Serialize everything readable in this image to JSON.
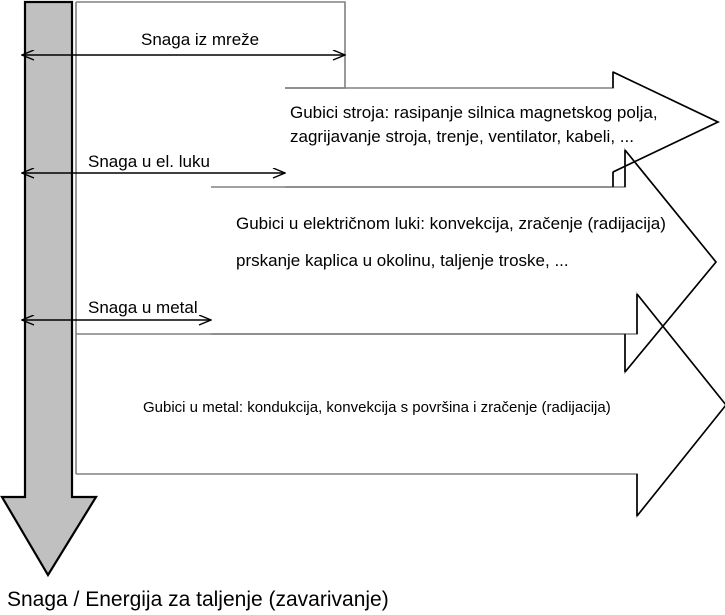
{
  "diagram": {
    "title_caption": "Snaga / Energija za taljenje (zavarivanje)",
    "colors": {
      "gray_arrow_fill": "#c0c0c0",
      "gray_arrow_stroke": "#000000",
      "box_stroke": "#808080",
      "arrow_stroke": "#000000",
      "text": "#000000",
      "background": "#ffffff"
    },
    "main_arrow": {
      "name": "vertical-gray-energy-arrow",
      "direction": "down",
      "caption": "Snaga / Energija za taljenje (zavarivanje)"
    },
    "power_levels": [
      {
        "id": "grid",
        "label": "Snaga iz mreže",
        "arrow_type": "double-headed-horizontal"
      },
      {
        "id": "arc",
        "label": "Snaga u el. luku",
        "arrow_type": "double-headed-horizontal"
      },
      {
        "id": "metal",
        "label": "Snaga u metal",
        "arrow_type": "double-headed-horizontal"
      }
    ],
    "loss_blocks": [
      {
        "id": "machine-losses",
        "lines": [
          "Gubici stroja: rasipanje silnica magnetskog polja,",
          "zagrijavanje stroja, trenje, ventilator, kabeli, ..."
        ]
      },
      {
        "id": "arc-losses",
        "lines": [
          "Gubici u električnom luki: konvekcija, zračenje (radijacija)",
          "prskanje kaplica u okolinu, taljenje troske, ..."
        ]
      },
      {
        "id": "metal-losses",
        "lines": [
          "Gubici u metal: kondukcija, konvekcija s površina i zračenje (radijacija)"
        ]
      }
    ]
  }
}
